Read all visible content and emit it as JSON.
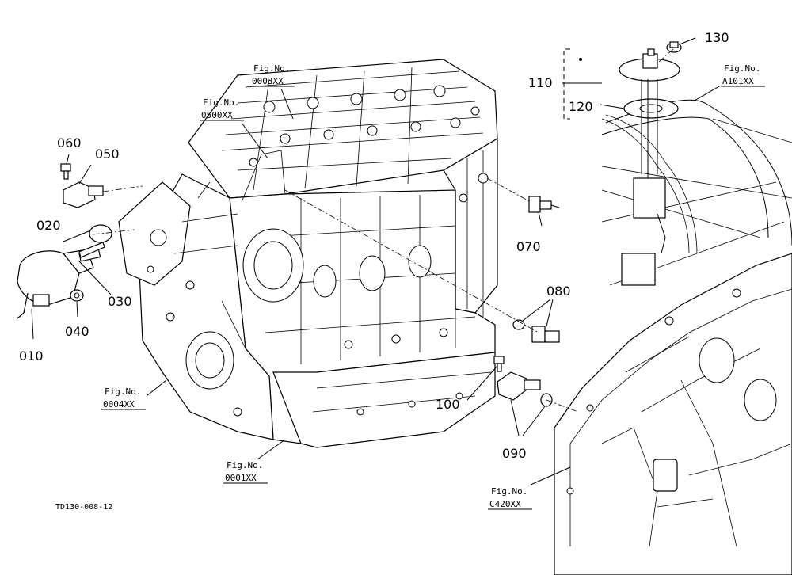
{
  "callouts": [
    {
      "id": "010",
      "label": "010"
    },
    {
      "id": "020",
      "label": "020"
    },
    {
      "id": "030",
      "label": "030"
    },
    {
      "id": "040",
      "label": "040"
    },
    {
      "id": "050",
      "label": "050"
    },
    {
      "id": "060",
      "label": "060"
    },
    {
      "id": "070",
      "label": "070"
    },
    {
      "id": "080",
      "label": "080"
    },
    {
      "id": "090",
      "label": "090"
    },
    {
      "id": "100",
      "label": "100"
    },
    {
      "id": "110",
      "label": "110"
    },
    {
      "id": "120",
      "label": "120"
    },
    {
      "id": "130",
      "label": "130"
    }
  ],
  "figure_refs": [
    {
      "id": "0003",
      "line1": "Fig.No.",
      "line2": "0003XX"
    },
    {
      "id": "0500",
      "line1": "Fig.No.",
      "line2": "0500XX"
    },
    {
      "id": "0004",
      "line1": "Fig.No.",
      "line2": "0004XX"
    },
    {
      "id": "0001",
      "line1": "Fig.No.",
      "line2": "0001XX"
    },
    {
      "id": "A101",
      "line1": "Fig.No.",
      "line2": "A101XX"
    },
    {
      "id": "C420",
      "line1": "Fig.No.",
      "line2": "C420XX"
    }
  ],
  "drawing_code": "TD130-008-12"
}
